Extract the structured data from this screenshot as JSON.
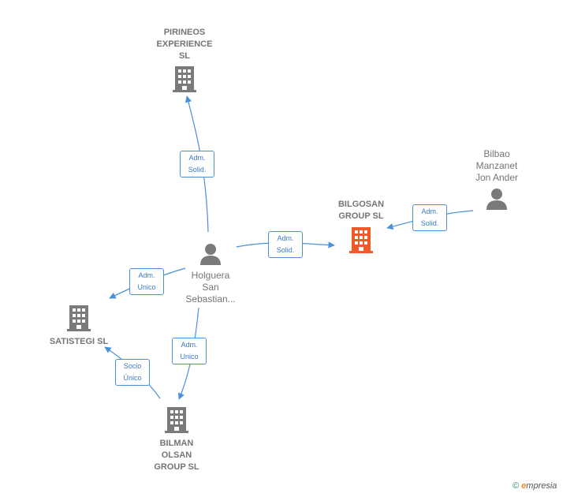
{
  "nodes": {
    "pirineos": {
      "label": "PIRINEOS\nEXPERIENCE\nSL",
      "icon": "building-icon"
    },
    "bilgosan": {
      "label": "BILGOSAN\nGROUP  SL",
      "icon": "building-icon",
      "color": "#f05a28"
    },
    "bilbao": {
      "label": "Bilbao\nManzanet\nJon Ander",
      "icon": "person-icon"
    },
    "holguera": {
      "label": "Holguera\nSan\nSebastian...",
      "icon": "person-icon"
    },
    "satistegi": {
      "label": "SATISTEGI  SL",
      "icon": "building-icon"
    },
    "bilman": {
      "label": "BILMAN\nOLSAN\nGROUP  SL",
      "icon": "building-icon"
    }
  },
  "edges": [
    {
      "id": "holguera-pirineos",
      "label": "Adm.\nSolid."
    },
    {
      "id": "holguera-bilgosan",
      "label": "Adm.\nSolid."
    },
    {
      "id": "bilbao-bilgosan",
      "label": "Adm.\nSolid."
    },
    {
      "id": "holguera-satistegi",
      "label": "Adm.\nUnico"
    },
    {
      "id": "holguera-bilman",
      "label": "Adm.\nUnico"
    },
    {
      "id": "bilman-satistegi",
      "label": "Socio\nÚnico"
    }
  ],
  "colors": {
    "edge": "#4a8fd8",
    "node_grey": "#7a7a7a",
    "main": "#f05a28"
  },
  "footer": {
    "copyright": "©",
    "brand_e": "e",
    "brand_rest": "mpresia"
  }
}
